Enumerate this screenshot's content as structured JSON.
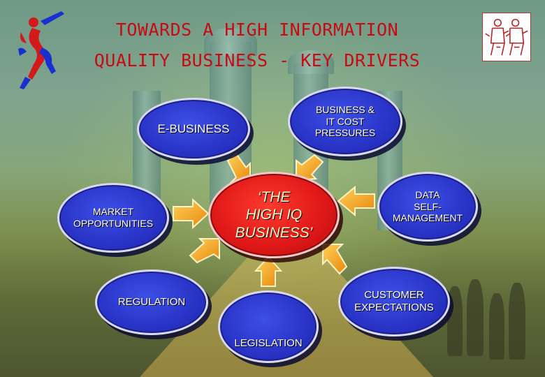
{
  "title": {
    "line1": "TOWARDS A HIGH INFORMATION",
    "line2": "QUALITY BUSINESS - KEY DRIVERS"
  },
  "colors": {
    "title": "#c80a14",
    "driver_oval": "#2a35c9",
    "center_oval": "#e01818",
    "center_text": "#fff6c0",
    "arrow": "#f5a318"
  },
  "center": {
    "label": "‘THE\nHIGH IQ\nBUSINESS’"
  },
  "drivers": [
    {
      "id": "e-business",
      "label": "E-BUSINESS"
    },
    {
      "id": "cost-pressures",
      "label": "BUSINESS &\nIT COST\nPRESSURES"
    },
    {
      "id": "market-opportunities",
      "label": "MARKET\nOPPORTUNITIES"
    },
    {
      "id": "data-self-management",
      "label": "DATA\nSELF-\nMANAGEMENT"
    },
    {
      "id": "regulation",
      "label": "REGULATION"
    },
    {
      "id": "customer-expectations",
      "label": "CUSTOMER\nEXPECTATIONS"
    },
    {
      "id": "legislation",
      "label": "LEGISLATION"
    }
  ],
  "icons": {
    "logo": "running-figure-logo-icon",
    "badge": "two-figures-badge-icon",
    "arrow": "arrow-icon"
  }
}
